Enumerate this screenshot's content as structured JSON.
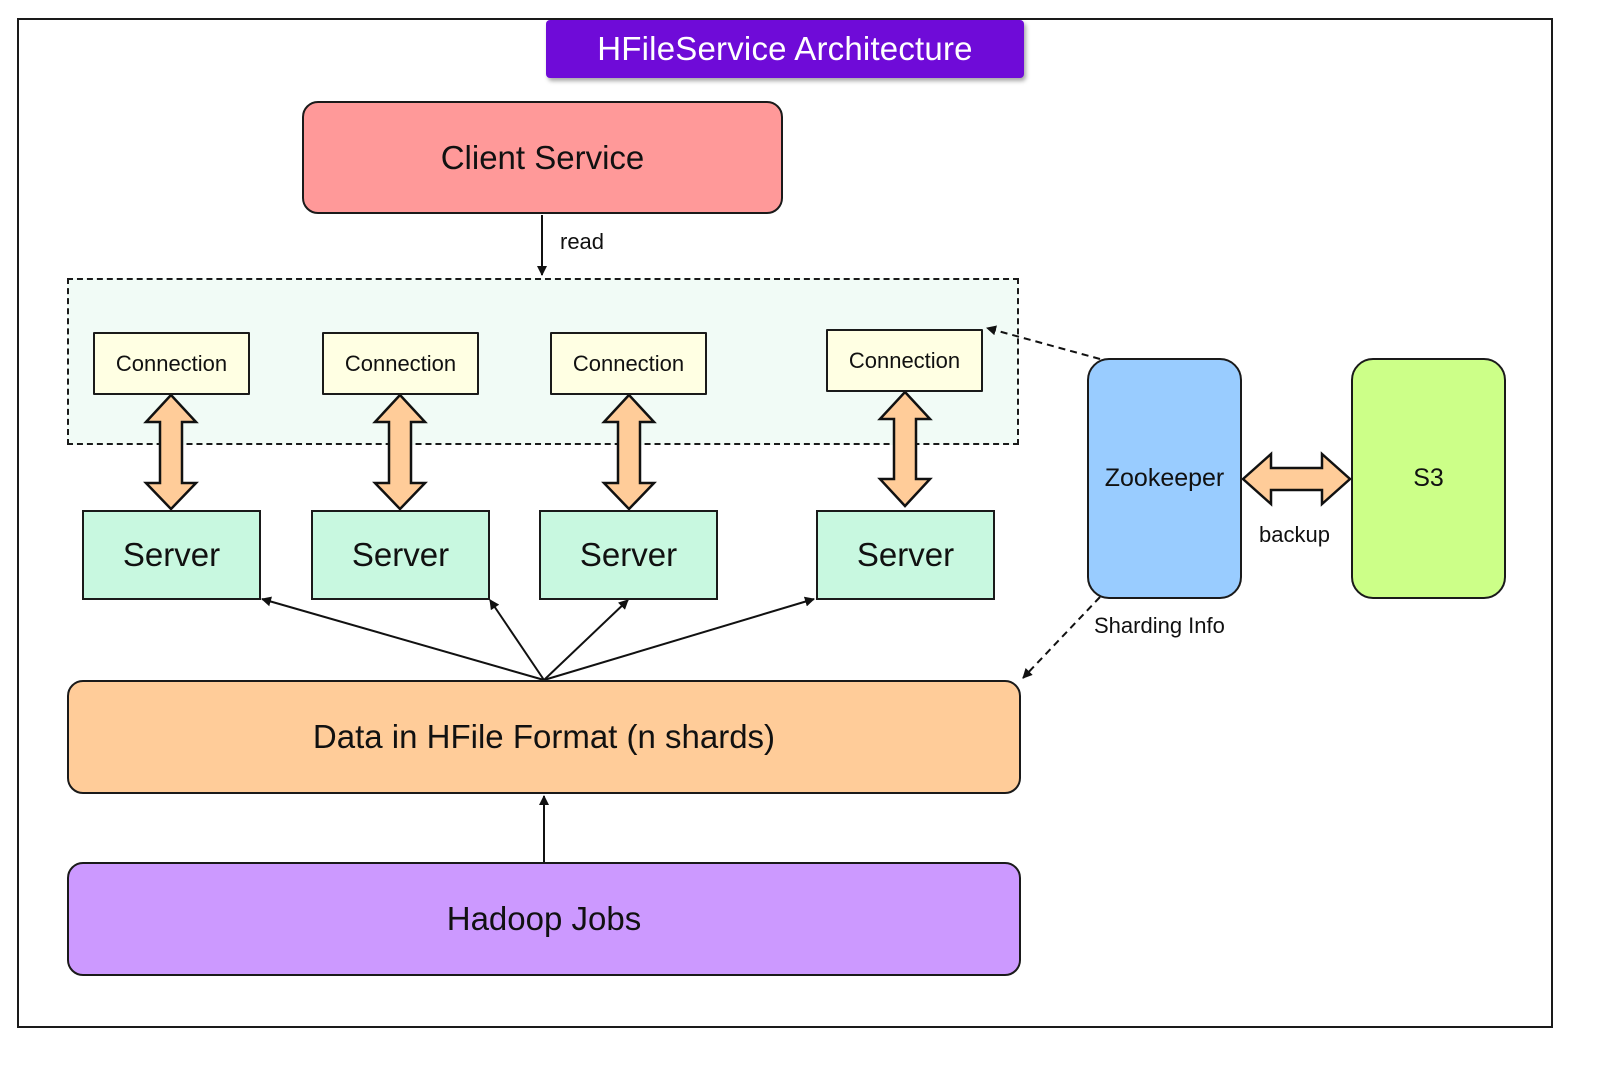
{
  "title": "HFileService Architecture",
  "client": {
    "label": "Client Service"
  },
  "edges": {
    "read": "read",
    "backup": "backup",
    "sharding": "Sharding Info"
  },
  "connections": [
    {
      "label": "Connection"
    },
    {
      "label": "Connection"
    },
    {
      "label": "Connection"
    },
    {
      "label": "Connection"
    }
  ],
  "servers": [
    {
      "label": "Server"
    },
    {
      "label": "Server"
    },
    {
      "label": "Server"
    },
    {
      "label": "Server"
    }
  ],
  "zookeeper": {
    "label": "Zookeeper"
  },
  "s3": {
    "label": "S3"
  },
  "data": {
    "label": "Data in HFile Format (n shards)"
  },
  "hadoop": {
    "label": "Hadoop Jobs"
  },
  "colors": {
    "title_bg": "#6f0bd8",
    "client": "#ff9999",
    "connection": "#ffffe3",
    "server": "#c8f8e0",
    "zookeeper": "#99ccff",
    "s3": "#ccff88",
    "data": "#ffcc99",
    "hadoop": "#cc99ff",
    "double_arrow": "#ffcc99"
  }
}
